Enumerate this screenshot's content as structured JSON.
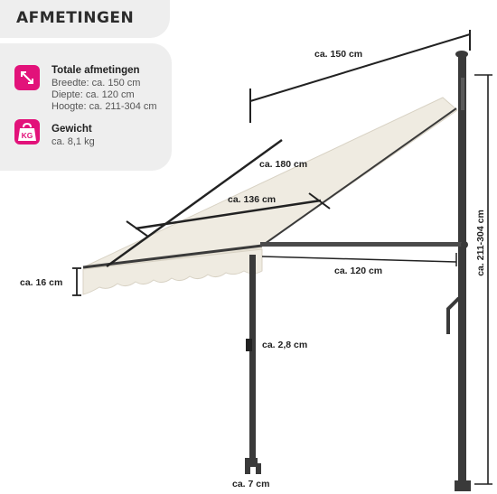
{
  "header": {
    "title": "AFMETINGEN"
  },
  "info": {
    "total": {
      "icon": "diagonal-arrows-icon",
      "heading": "Totale afmetingen",
      "lines": [
        "Breedte: ca. 150 cm",
        "Diepte: ca. 120 cm",
        "Hoogte: ca. 211-304 cm"
      ]
    },
    "weight": {
      "icon": "kg-weight-icon",
      "icon_text": "KG",
      "heading": "Gewicht",
      "value": "ca. 8,1 kg"
    }
  },
  "dimensions": {
    "width_top": "ca. 150 cm",
    "diagonal_180": "ca. 180 cm",
    "diagonal_136": "ca. 136 cm",
    "depth": "ca. 120 cm",
    "valance_height": "ca. 16 cm",
    "pole_diameter": "ca. 2,8 cm",
    "foot_width": "ca. 7 cm",
    "height_range": "ca. 211-304 cm"
  },
  "colors": {
    "accent": "#e2127a",
    "fabric": "#efebe1",
    "frame": "#3a3a3a",
    "panel": "#eeeeee"
  }
}
